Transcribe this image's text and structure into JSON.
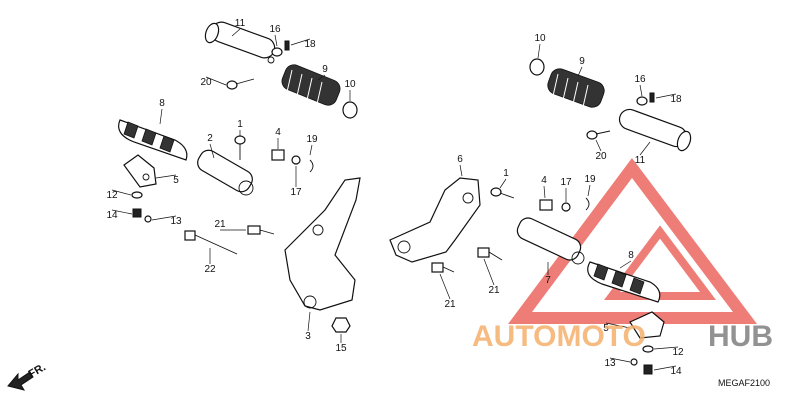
{
  "diagram": {
    "code": "MEGAF2100",
    "direction_label": "FR.",
    "watermark": {
      "text_a": "AUTOMOTO",
      "text_b": "HUB",
      "color_a": "#f5b06a",
      "color_b": "#808080",
      "triangle_color": "#e8504a"
    },
    "callouts": [
      {
        "id": "c11a",
        "label": "11"
      },
      {
        "id": "c16a",
        "label": "16"
      },
      {
        "id": "c18a",
        "label": "18"
      },
      {
        "id": "c9a",
        "label": "9"
      },
      {
        "id": "c10a",
        "label": "10"
      },
      {
        "id": "c20a",
        "label": "20"
      },
      {
        "id": "c8a",
        "label": "8"
      },
      {
        "id": "c2",
        "label": "2"
      },
      {
        "id": "c1a",
        "label": "1"
      },
      {
        "id": "c4a",
        "label": "4"
      },
      {
        "id": "c19a",
        "label": "19"
      },
      {
        "id": "c17a",
        "label": "17"
      },
      {
        "id": "c5a",
        "label": "5"
      },
      {
        "id": "c12a",
        "label": "12"
      },
      {
        "id": "c14a",
        "label": "14"
      },
      {
        "id": "c13a",
        "label": "13"
      },
      {
        "id": "c21a",
        "label": "21"
      },
      {
        "id": "c22",
        "label": "22"
      },
      {
        "id": "c3",
        "label": "3"
      },
      {
        "id": "c15",
        "label": "15"
      },
      {
        "id": "c10b",
        "label": "10"
      },
      {
        "id": "c9b",
        "label": "9"
      },
      {
        "id": "c16b",
        "label": "16"
      },
      {
        "id": "c18b",
        "label": "18"
      },
      {
        "id": "c20b",
        "label": "20"
      },
      {
        "id": "c11b",
        "label": "11"
      },
      {
        "id": "c6",
        "label": "6"
      },
      {
        "id": "c1b",
        "label": "1"
      },
      {
        "id": "c4b",
        "label": "4"
      },
      {
        "id": "c17b",
        "label": "17"
      },
      {
        "id": "c19b",
        "label": "19"
      },
      {
        "id": "c21b",
        "label": "21"
      },
      {
        "id": "c21c",
        "label": "21"
      },
      {
        "id": "c7",
        "label": "7"
      },
      {
        "id": "c8b",
        "label": "8"
      },
      {
        "id": "c5b",
        "label": "5"
      },
      {
        "id": "c12b",
        "label": "12"
      },
      {
        "id": "c13b",
        "label": "13"
      },
      {
        "id": "c14b",
        "label": "14"
      }
    ]
  }
}
